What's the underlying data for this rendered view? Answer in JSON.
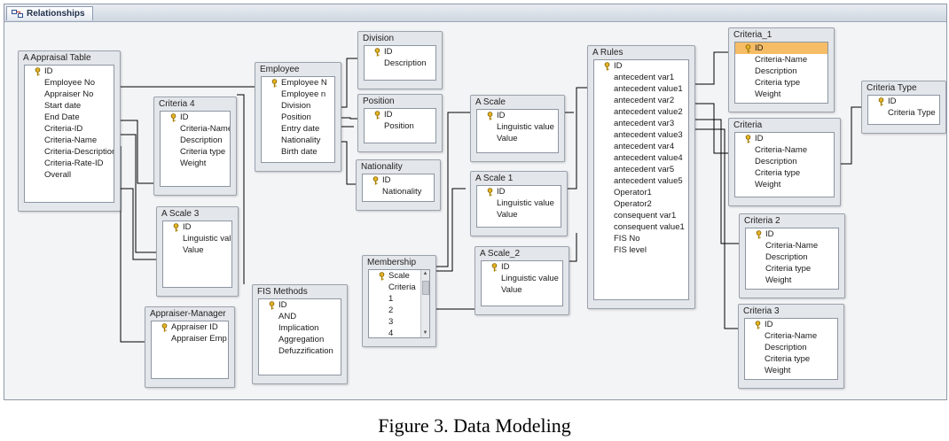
{
  "tab": {
    "label": "Relationships",
    "icon": "relationships-icon"
  },
  "tables": [
    {
      "id": "appraisal",
      "title": "A Appraisal Table",
      "fields": [
        "ID",
        "Employee No",
        "Appraiser No",
        "Start date",
        "End Date",
        "Criteria-ID",
        "Criteria-Name",
        "Criteria-Description",
        "Criteria-Rate-ID",
        "Overall"
      ],
      "key_fields": [
        0
      ]
    },
    {
      "id": "criteria4",
      "title": "Criteria 4",
      "fields": [
        "ID",
        "Criteria-Name",
        "Description",
        "Criteria type",
        "Weight"
      ],
      "key_fields": [
        0
      ]
    },
    {
      "id": "ascale3",
      "title": "A Scale 3",
      "fields": [
        "ID",
        "Linguistic val",
        "Value"
      ],
      "key_fields": [
        0
      ]
    },
    {
      "id": "apprmgr",
      "title": "Appraiser-Manager",
      "fields": [
        "Appraiser ID",
        "Appraiser Emp"
      ],
      "key_fields": [
        0
      ]
    },
    {
      "id": "employee",
      "title": "Employee",
      "fields": [
        "Employee N",
        "Employee n",
        "Division",
        "Position",
        "Entry date",
        "Nationality",
        "Birth date"
      ],
      "key_fields": [
        0
      ]
    },
    {
      "id": "fis",
      "title": "FIS Methods",
      "fields": [
        "ID",
        "AND",
        "Implication",
        "Aggregation",
        "Defuzzification"
      ],
      "key_fields": [
        0
      ]
    },
    {
      "id": "division",
      "title": "Division",
      "fields": [
        "ID",
        "Description"
      ],
      "key_fields": [
        0
      ]
    },
    {
      "id": "position",
      "title": "Position",
      "fields": [
        "ID",
        "Position"
      ],
      "key_fields": [
        0
      ]
    },
    {
      "id": "nationality",
      "title": "Nationality",
      "fields": [
        "ID",
        "Nationality"
      ],
      "key_fields": [
        0
      ]
    },
    {
      "id": "membership",
      "title": "Membership",
      "fields": [
        "Scale",
        "Criteria",
        "1",
        "2",
        "3",
        "4"
      ],
      "key_fields": [
        0
      ],
      "scroll": true
    },
    {
      "id": "ascale",
      "title": "A Scale",
      "fields": [
        "ID",
        "Linguistic value",
        "Value"
      ],
      "key_fields": [
        0
      ]
    },
    {
      "id": "ascale1",
      "title": "A Scale 1",
      "fields": [
        "ID",
        "Linguistic value",
        "Value"
      ],
      "key_fields": [
        0
      ]
    },
    {
      "id": "ascale2",
      "title": "A Scale_2",
      "fields": [
        "ID",
        "Linguistic value",
        "Value"
      ],
      "key_fields": [
        0
      ]
    },
    {
      "id": "arules",
      "title": "A Rules",
      "fields": [
        "ID",
        "antecedent var1",
        "antecedent value1",
        "antecedent var2",
        "antecedent value2",
        "antecedent var3",
        "antecedent value3",
        "antecedent var4",
        "antecedent value4",
        "antecedent var5",
        "antecedent value5",
        "Operator1",
        "Operator2",
        "consequent var1",
        "consequent value1",
        "FIS No",
        "FIS level"
      ],
      "key_fields": [
        0
      ]
    },
    {
      "id": "criteria1",
      "title": "Criteria_1",
      "fields": [
        "ID",
        "Criteria-Name",
        "Description",
        "Criteria type",
        "Weight"
      ],
      "key_fields": [
        0
      ],
      "selected_field": 0
    },
    {
      "id": "criteria",
      "title": "Criteria",
      "fields": [
        "ID",
        "Criteria-Name",
        "Description",
        "Criteria type",
        "Weight"
      ],
      "key_fields": [
        0
      ]
    },
    {
      "id": "criteria2",
      "title": "Criteria 2",
      "fields": [
        "ID",
        "Criteria-Name",
        "Description",
        "Criteria type",
        "Weight"
      ],
      "key_fields": [
        0
      ]
    },
    {
      "id": "criteria3",
      "title": "Criteria 3",
      "fields": [
        "ID",
        "Criteria-Name",
        "Description",
        "Criteria type",
        "Weight"
      ],
      "key_fields": [
        0
      ]
    },
    {
      "id": "criteriatype",
      "title": "Criteria Type",
      "fields": [
        "ID",
        "Criteria Type"
      ],
      "key_fields": [
        0
      ]
    }
  ],
  "colors": {
    "canvas": "#f3f4f6",
    "table_bg": "#e3e6ea",
    "selected": "#f6bd66",
    "link": "#000000"
  },
  "caption": "Figure 3.  Data Modeling"
}
